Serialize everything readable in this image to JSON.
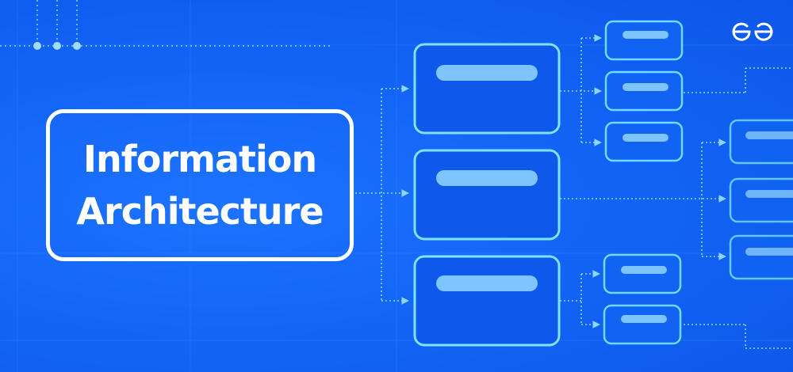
{
  "diagram": {
    "title_lines": [
      "Information",
      "Architecture"
    ],
    "logo": {
      "name": "geeksforgeeks-logo",
      "text": "GfG"
    },
    "colors": {
      "background": "#1466f7",
      "box_stroke": "#7ee3ff",
      "placeholder_bar": "#7ec4ff",
      "connector": "#8fd6ff",
      "title_text": "#ffffff"
    },
    "nodes": [
      {
        "id": "root",
        "level": 0
      },
      {
        "id": "primary-1",
        "level": 1
      },
      {
        "id": "primary-2",
        "level": 1
      },
      {
        "id": "primary-3",
        "level": 1
      },
      {
        "id": "secondary-1-1",
        "level": 2
      },
      {
        "id": "secondary-1-2",
        "level": 2
      },
      {
        "id": "secondary-1-3",
        "level": 2
      },
      {
        "id": "secondary-3-1",
        "level": 2
      },
      {
        "id": "secondary-3-2",
        "level": 2
      },
      {
        "id": "tertiary-1",
        "level": 3
      },
      {
        "id": "tertiary-2",
        "level": 3
      },
      {
        "id": "tertiary-3",
        "level": 3
      }
    ],
    "edges": [
      [
        "root",
        "primary-1"
      ],
      [
        "root",
        "primary-2"
      ],
      [
        "root",
        "primary-3"
      ],
      [
        "primary-1",
        "secondary-1-1"
      ],
      [
        "primary-1",
        "secondary-1-2"
      ],
      [
        "primary-1",
        "secondary-1-3"
      ],
      [
        "primary-2",
        "tertiary-2"
      ],
      [
        "primary-3",
        "secondary-3-1"
      ],
      [
        "primary-3",
        "secondary-3-2"
      ]
    ]
  }
}
